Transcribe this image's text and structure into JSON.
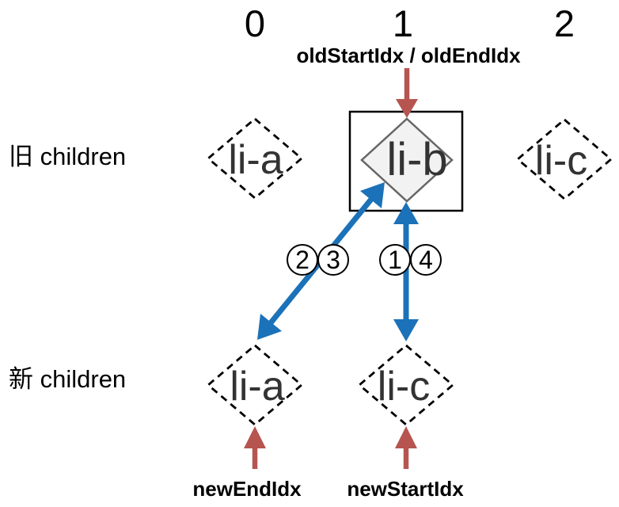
{
  "colors": {
    "arrow_red": "#b65550",
    "arrow_blue": "#1b72b8",
    "node_fill": "#f2f2f2",
    "node_stroke": "#666666",
    "text_dark": "#333333"
  },
  "indices": [
    "0",
    "1",
    "2"
  ],
  "pointers": {
    "old": "oldStartIdx / oldEndIdx",
    "new_end": "newEndIdx",
    "new_start": "newStartIdx"
  },
  "rows": {
    "old": {
      "label": "旧 children",
      "nodes": [
        "li-a",
        "li-b",
        "li-c"
      ]
    },
    "new": {
      "label": "新 children",
      "nodes": [
        "li-a",
        "li-c"
      ]
    }
  },
  "steps": {
    "left": [
      "2",
      "3"
    ],
    "right": [
      "1",
      "4"
    ]
  }
}
